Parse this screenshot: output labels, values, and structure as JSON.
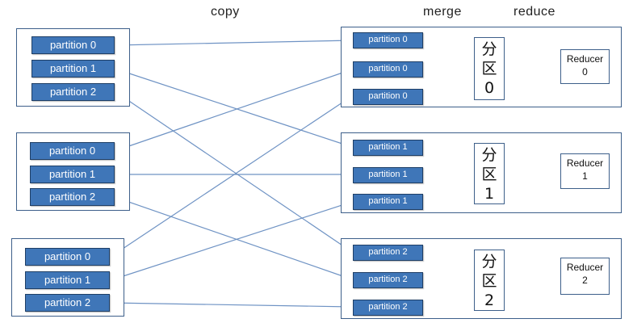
{
  "headers": {
    "copy": "copy",
    "merge": "merge",
    "reduce": "reduce"
  },
  "source_groups": [
    {
      "partitions": [
        "partition 0",
        "partition 1",
        "partition 2"
      ]
    },
    {
      "partitions": [
        "partition 0",
        "partition 1",
        "partition 2"
      ]
    },
    {
      "partitions": [
        "partition 0",
        "partition 1",
        "partition 2"
      ]
    }
  ],
  "merge_groups": [
    {
      "partitions": [
        "partition 0",
        "partition 0",
        "partition 0"
      ],
      "zone": [
        "分",
        "区",
        "0"
      ],
      "reducer": [
        "Reducer",
        "0"
      ]
    },
    {
      "partitions": [
        "partition 1",
        "partition 1",
        "partition 1"
      ],
      "zone": [
        "分",
        "区",
        "1"
      ],
      "reducer": [
        "Reducer",
        "1"
      ]
    },
    {
      "partitions": [
        "partition 2",
        "partition 2",
        "partition 2"
      ],
      "zone": [
        "分",
        "区",
        "2"
      ],
      "reducer": [
        "Reducer",
        "2"
      ]
    }
  ],
  "colors": {
    "partition_fill": "#3f76b8",
    "connector": "#6f93c4",
    "border": "#3d5f8a",
    "arrow": "#2e5c99"
  }
}
